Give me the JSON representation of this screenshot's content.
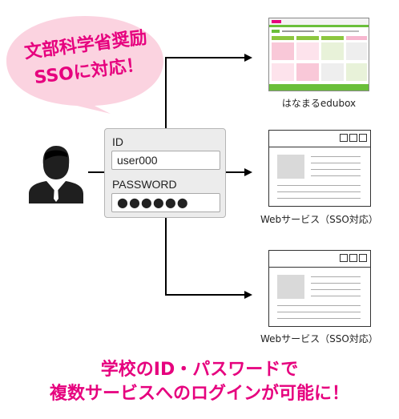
{
  "bubble": {
    "line1": "文部科学省奨励",
    "line2": "SSOに対応！"
  },
  "login": {
    "id_label": "ID",
    "id_value": "user000",
    "password_label": "PASSWORD",
    "password_value": "●●●●●●"
  },
  "services": {
    "top_caption": "はなまるedubox",
    "middle_caption": "Webサービス（SSO対応）",
    "bottom_caption": "Webサービス（SSO対応）"
  },
  "footer": {
    "line1": "学校のID・パスワードで",
    "line2": "複数サービスへのログインが可能に！"
  },
  "colors": {
    "accent": "#e6007e",
    "bubble_fill": "#fbd3e0",
    "arrow": "#000000",
    "user": "#1f1f1f"
  }
}
